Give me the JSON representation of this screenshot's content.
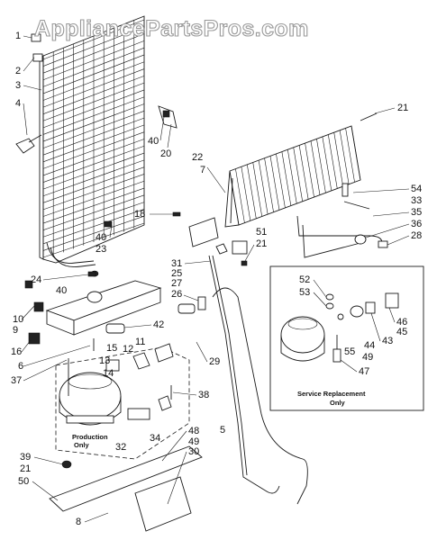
{
  "watermark": "AppliancePartsPros.com",
  "callouts": {
    "c1": "1",
    "c2": "2",
    "c3": "3",
    "c4": "4",
    "c40a": "40",
    "c20": "20",
    "c21a": "21",
    "c22": "22",
    "c7": "7",
    "c18": "18",
    "c40b": "40",
    "c23": "23",
    "c51": "51",
    "c21b": "21",
    "c54": "54",
    "c33": "33",
    "c35": "35",
    "c36": "36",
    "c28": "28",
    "c24": "24",
    "c40c": "40",
    "c10": "10",
    "c9": "9",
    "c16": "16",
    "c6": "6",
    "c37": "37",
    "c31": "31",
    "c25": "25",
    "c27": "27",
    "c26": "26",
    "c42": "42",
    "c15": "15",
    "c12": "12",
    "c11": "11",
    "c13": "13",
    "c14": "14",
    "c29": "29",
    "c38": "38",
    "c32": "32",
    "c34": "34",
    "c5": "5",
    "c52": "52",
    "c53": "53",
    "c46": "46",
    "c45": "45",
    "c43": "43",
    "c44": "44",
    "c55": "55",
    "c49b": "49",
    "c47": "47",
    "c48": "48",
    "c49": "49",
    "c30": "30",
    "c39": "39",
    "c21c": "21",
    "c50": "50",
    "c8": "8"
  },
  "notes": {
    "production_line1": "Production",
    "production_line2": "Only",
    "service_line1": "Service Replacement",
    "service_line2": "Only"
  }
}
